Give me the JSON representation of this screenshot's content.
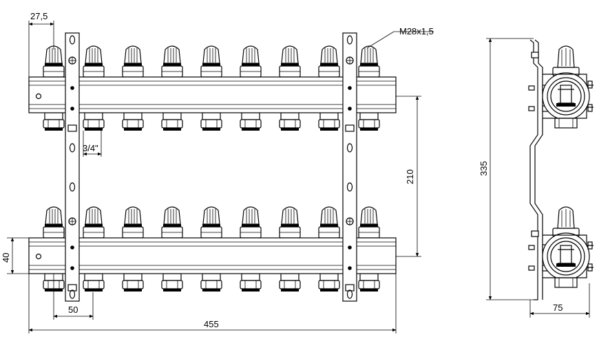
{
  "dimensions": {
    "d_27_5": "27,5",
    "thread": "M28x1,5",
    "d_3_4": "3/4\"",
    "d_210": "210",
    "d_40": "40",
    "d_50": "50",
    "d_455": "455",
    "d_335": "335",
    "d_75": "75"
  }
}
